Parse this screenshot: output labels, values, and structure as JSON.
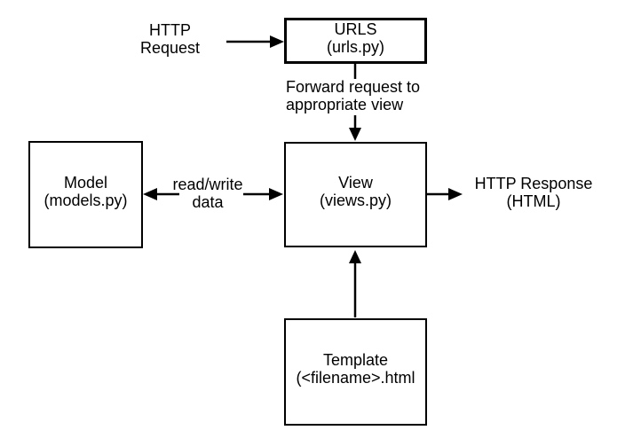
{
  "colors": {
    "ink": "#000000",
    "background": "#ffffff"
  },
  "labels": {
    "http_request": "HTTP\nRequest",
    "forward_request": "Forward request to\nappropriate view",
    "read_write": "read/write\ndata",
    "http_response": "HTTP Response\n(HTML)"
  },
  "boxes": {
    "urls": {
      "title": "URLS",
      "subtitle": "(urls.py)"
    },
    "model": {
      "title": "Model",
      "subtitle": "(models.py)"
    },
    "view": {
      "title": "View",
      "subtitle": "(views.py)"
    },
    "template": {
      "title": "Template",
      "subtitle": "(<filename>.html"
    }
  }
}
